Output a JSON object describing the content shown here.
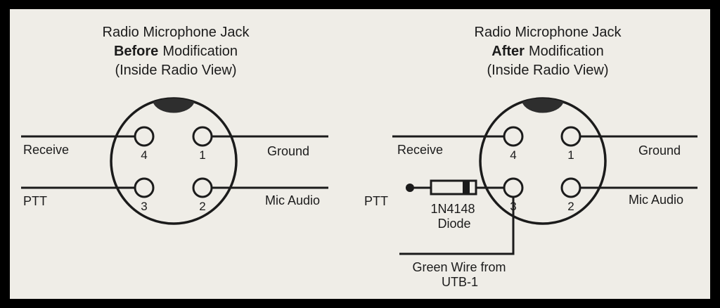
{
  "colors": {
    "frame": "#000000",
    "paper": "#efede7",
    "ink": "#1b1b1b",
    "notch": "#2e2e2e"
  },
  "left": {
    "title": "Radio Microphone Jack",
    "emphasis": "Before",
    "modification": "Modification",
    "subtitle": "(Inside Radio View)",
    "receive": "Receive",
    "ground": "Ground",
    "ptt": "PTT",
    "mic_audio": "Mic Audio",
    "pin_top_left": "4",
    "pin_top_right": "1",
    "pin_bottom_left": "3",
    "pin_bottom_right": "2"
  },
  "right": {
    "title": "Radio Microphone Jack",
    "emphasis": "After",
    "modification": "Modification",
    "subtitle": "(Inside Radio View)",
    "receive": "Receive",
    "ground": "Ground",
    "ptt": "PTT",
    "mic_audio": "Mic Audio",
    "diode_part": "1N4148",
    "diode_label": "Diode",
    "green_wire_1": "Green Wire from",
    "green_wire_2": "UTB-1",
    "pin_top_left": "4",
    "pin_top_right": "1",
    "pin_bottom_left": "3",
    "pin_bottom_right": "2"
  }
}
